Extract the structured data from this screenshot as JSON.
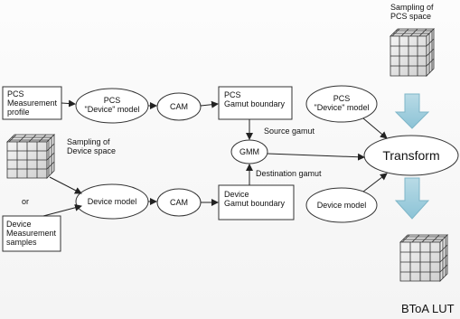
{
  "diagram": {
    "nodes": {
      "pcs_measurement_profile": "PCS\nMeasurement\nprofile",
      "pcs_device_model_left": "PCS\n\"Device\" model",
      "cam_top": "CAM",
      "pcs_gamut_boundary": "PCS\nGamut boundary",
      "gmm": "GMM",
      "device_model_left": "Device model",
      "cam_bottom": "CAM",
      "device_gamut_boundary": "Device\nGamut boundary",
      "pcs_device_model_right": "PCS\n\"Device\" model",
      "device_model_right": "Device model",
      "transform": "Transform",
      "device_measurement_samples": "Device\nMeasurement\nsamples"
    },
    "labels": {
      "sampling_device_space": "Sampling of\nDevice space",
      "or": "or",
      "source_gamut": "Source gamut",
      "destination_gamut": "Destination gamut",
      "sampling_pcs_space": "Sampling of\nPCS space",
      "btoa_lut": "BToA LUT"
    }
  }
}
